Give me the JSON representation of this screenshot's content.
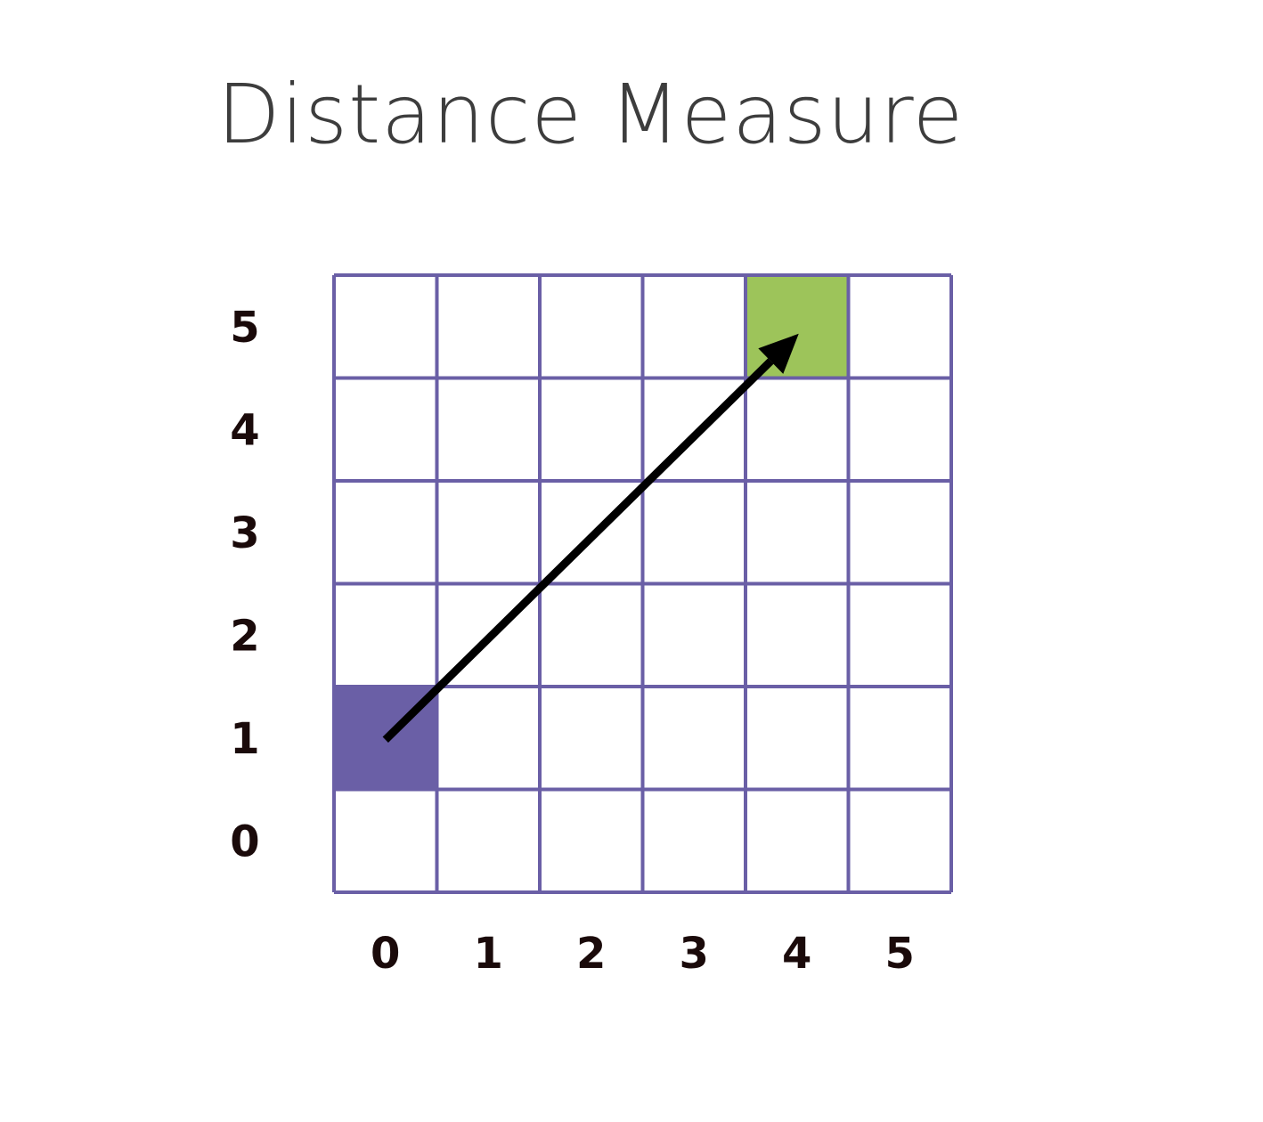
{
  "title": "Distance Measure",
  "grid": {
    "columns": 6,
    "rows": 6,
    "x_labels": [
      "0",
      "1",
      "2",
      "3",
      "4",
      "5"
    ],
    "y_labels": [
      "5",
      "4",
      "3",
      "2",
      "1",
      "0"
    ],
    "line_color": "#6a5fa6"
  },
  "start_cell": {
    "x": 0,
    "y": 1,
    "color": "#6a5fa6"
  },
  "end_cell": {
    "x": 4,
    "y": 5,
    "color": "#9dc45a"
  },
  "arrow": {
    "from": [
      0,
      1
    ],
    "to": [
      4,
      5
    ],
    "color": "#000000"
  }
}
